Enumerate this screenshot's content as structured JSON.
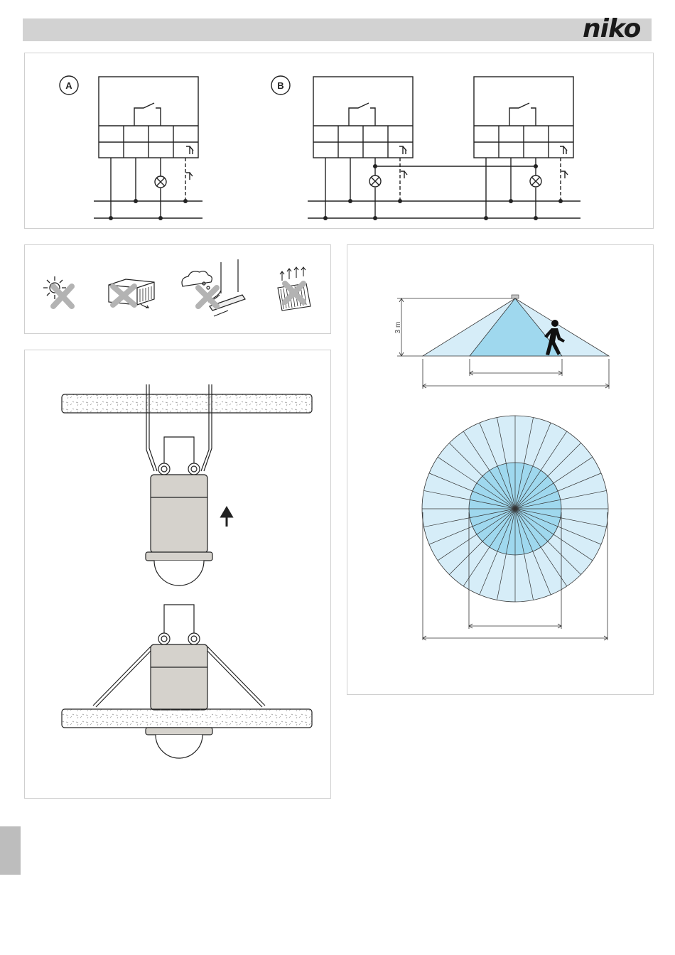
{
  "header": {
    "logo_text": "niko"
  },
  "wiring": {
    "label_a": "A",
    "label_b": "B"
  },
  "range": {
    "height_label": "3 m"
  },
  "colors": {
    "inner_zone": "#9fd8ee",
    "outer_zone": "#d6edf8",
    "sensor_body": "#d5d2cc"
  },
  "icons": [
    "sunlight-no-icon",
    "air-conditioner-no-icon",
    "window-draft-no-icon",
    "radiator-no-icon"
  ]
}
